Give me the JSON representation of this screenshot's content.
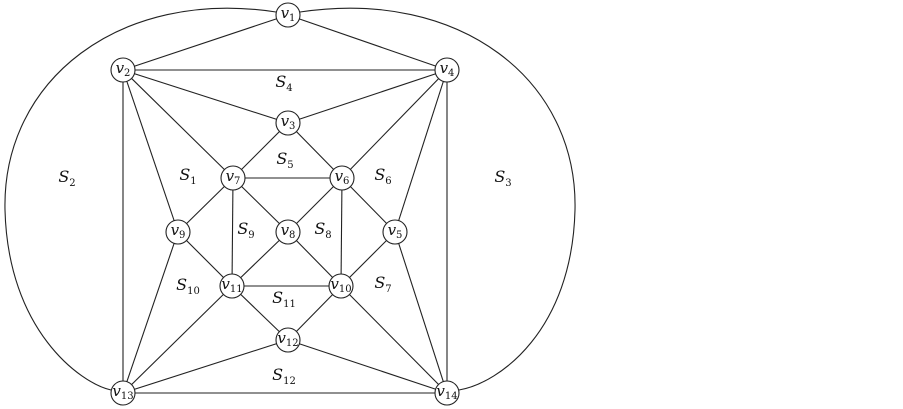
{
  "diagram": {
    "vertices": [
      {
        "id": "v1",
        "name": "v",
        "sub": "1"
      },
      {
        "id": "v2",
        "name": "v",
        "sub": "2"
      },
      {
        "id": "v3",
        "name": "v",
        "sub": "3"
      },
      {
        "id": "v4",
        "name": "v",
        "sub": "4"
      },
      {
        "id": "v5",
        "name": "v",
        "sub": "5"
      },
      {
        "id": "v6",
        "name": "v",
        "sub": "6"
      },
      {
        "id": "v7",
        "name": "v",
        "sub": "7"
      },
      {
        "id": "v8",
        "name": "v",
        "sub": "8"
      },
      {
        "id": "v9",
        "name": "v",
        "sub": "9"
      },
      {
        "id": "v10",
        "name": "v",
        "sub": "10"
      },
      {
        "id": "v11",
        "name": "v",
        "sub": "11"
      },
      {
        "id": "v12",
        "name": "v",
        "sub": "12"
      },
      {
        "id": "v13",
        "name": "v",
        "sub": "13"
      },
      {
        "id": "v14",
        "name": "v",
        "sub": "14"
      }
    ],
    "edges": [
      [
        "v1",
        "v2"
      ],
      [
        "v1",
        "v4"
      ],
      [
        "v2",
        "v4"
      ],
      [
        "v2",
        "v3"
      ],
      [
        "v3",
        "v4"
      ],
      [
        "v3",
        "v7"
      ],
      [
        "v3",
        "v6"
      ],
      [
        "v2",
        "v7"
      ],
      [
        "v2",
        "v9"
      ],
      [
        "v2",
        "v13"
      ],
      [
        "v4",
        "v6"
      ],
      [
        "v4",
        "v5"
      ],
      [
        "v4",
        "v14"
      ],
      [
        "v7",
        "v6"
      ],
      [
        "v7",
        "v9"
      ],
      [
        "v7",
        "v8"
      ],
      [
        "v7",
        "v11"
      ],
      [
        "v6",
        "v8"
      ],
      [
        "v6",
        "v5"
      ],
      [
        "v6",
        "v10"
      ],
      [
        "v9",
        "v11"
      ],
      [
        "v9",
        "v13"
      ],
      [
        "v8",
        "v11"
      ],
      [
        "v8",
        "v10"
      ],
      [
        "v5",
        "v10"
      ],
      [
        "v5",
        "v14"
      ],
      [
        "v11",
        "v10"
      ],
      [
        "v11",
        "v12"
      ],
      [
        "v11",
        "v13"
      ],
      [
        "v10",
        "v12"
      ],
      [
        "v10",
        "v14"
      ],
      [
        "v12",
        "v13"
      ],
      [
        "v12",
        "v14"
      ],
      [
        "v13",
        "v14"
      ]
    ],
    "curved_edges": [
      [
        "v1",
        "v13"
      ],
      [
        "v1",
        "v14"
      ]
    ],
    "faces": [
      {
        "id": "S1",
        "name": "S",
        "sub": "1"
      },
      {
        "id": "S2",
        "name": "S",
        "sub": "2"
      },
      {
        "id": "S3",
        "name": "S",
        "sub": "3"
      },
      {
        "id": "S4",
        "name": "S",
        "sub": "4"
      },
      {
        "id": "S5",
        "name": "S",
        "sub": "5"
      },
      {
        "id": "S6",
        "name": "S",
        "sub": "6"
      },
      {
        "id": "S7",
        "name": "S",
        "sub": "7"
      },
      {
        "id": "S8",
        "name": "S",
        "sub": "8"
      },
      {
        "id": "S9",
        "name": "S",
        "sub": "9"
      },
      {
        "id": "S10",
        "name": "S",
        "sub": "10"
      },
      {
        "id": "S11",
        "name": "S",
        "sub": "11"
      },
      {
        "id": "S12",
        "name": "S",
        "sub": "12"
      }
    ]
  }
}
